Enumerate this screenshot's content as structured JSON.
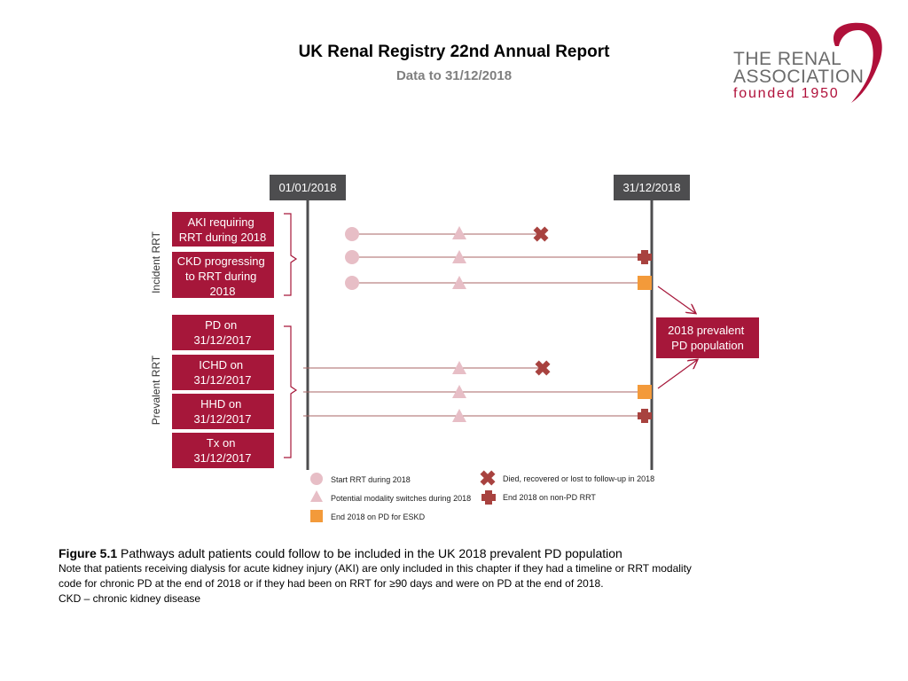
{
  "header": {
    "title": "UK Renal Registry 22nd Annual Report",
    "subtitle": "Data to 31/12/2018"
  },
  "logo": {
    "line1": "THE RENAL",
    "line2": "ASSOCIATION",
    "line3": "founded 1950",
    "color": "#b0103a"
  },
  "diagram": {
    "timeline_start": "01/01/2018",
    "timeline_end": "31/12/2018",
    "group_incident": "Incident RRT",
    "group_prevalent": "Prevalent RRT",
    "boxes": {
      "aki": [
        "AKI requiring",
        "RRT during 2018"
      ],
      "ckd": [
        "CKD progressing",
        "to RRT during",
        "2018"
      ],
      "pd": [
        "PD on",
        "31/12/2017"
      ],
      "ichd": [
        "ICHD on",
        "31/12/2017"
      ],
      "hhd": [
        "HHD on",
        "31/12/2017"
      ],
      "tx": [
        "Tx on",
        "31/12/2017"
      ]
    },
    "result": [
      "2018 prevalent",
      "PD  population"
    ],
    "legend": {
      "start": "Start RRT during 2018",
      "switch": "Potential modality switches during 2018",
      "end_pd": "End 2018 on PD for ESKD",
      "died": "Died, recovered or lost to follow-up in 2018",
      "non_pd": "End 2018 on non-PD RRT"
    },
    "colors": {
      "box": "#a6173a",
      "dark": "#4d4d4f",
      "start_circle": "#e7bec6",
      "switch_triangle": "#e7bec6",
      "end_pd": "#f39a3a",
      "died": "#a8423f",
      "non_pd": "#a8423f"
    }
  },
  "caption": {
    "figure_label": "Figure 5.1",
    "figure_title": " Pathways adult patients could follow to be included in the UK 2018 prevalent PD population",
    "note_line1": "Note that patients receiving dialysis for acute kidney injury (AKI) are only included in this chapter if they had a timeline or RRT modality",
    "note_line2": "code for chronic PD at the end of 2018 or if they had been on RRT for ≥90 days and were on PD at the end of 2018.",
    "note_line3": "CKD – chronic kidney disease"
  }
}
